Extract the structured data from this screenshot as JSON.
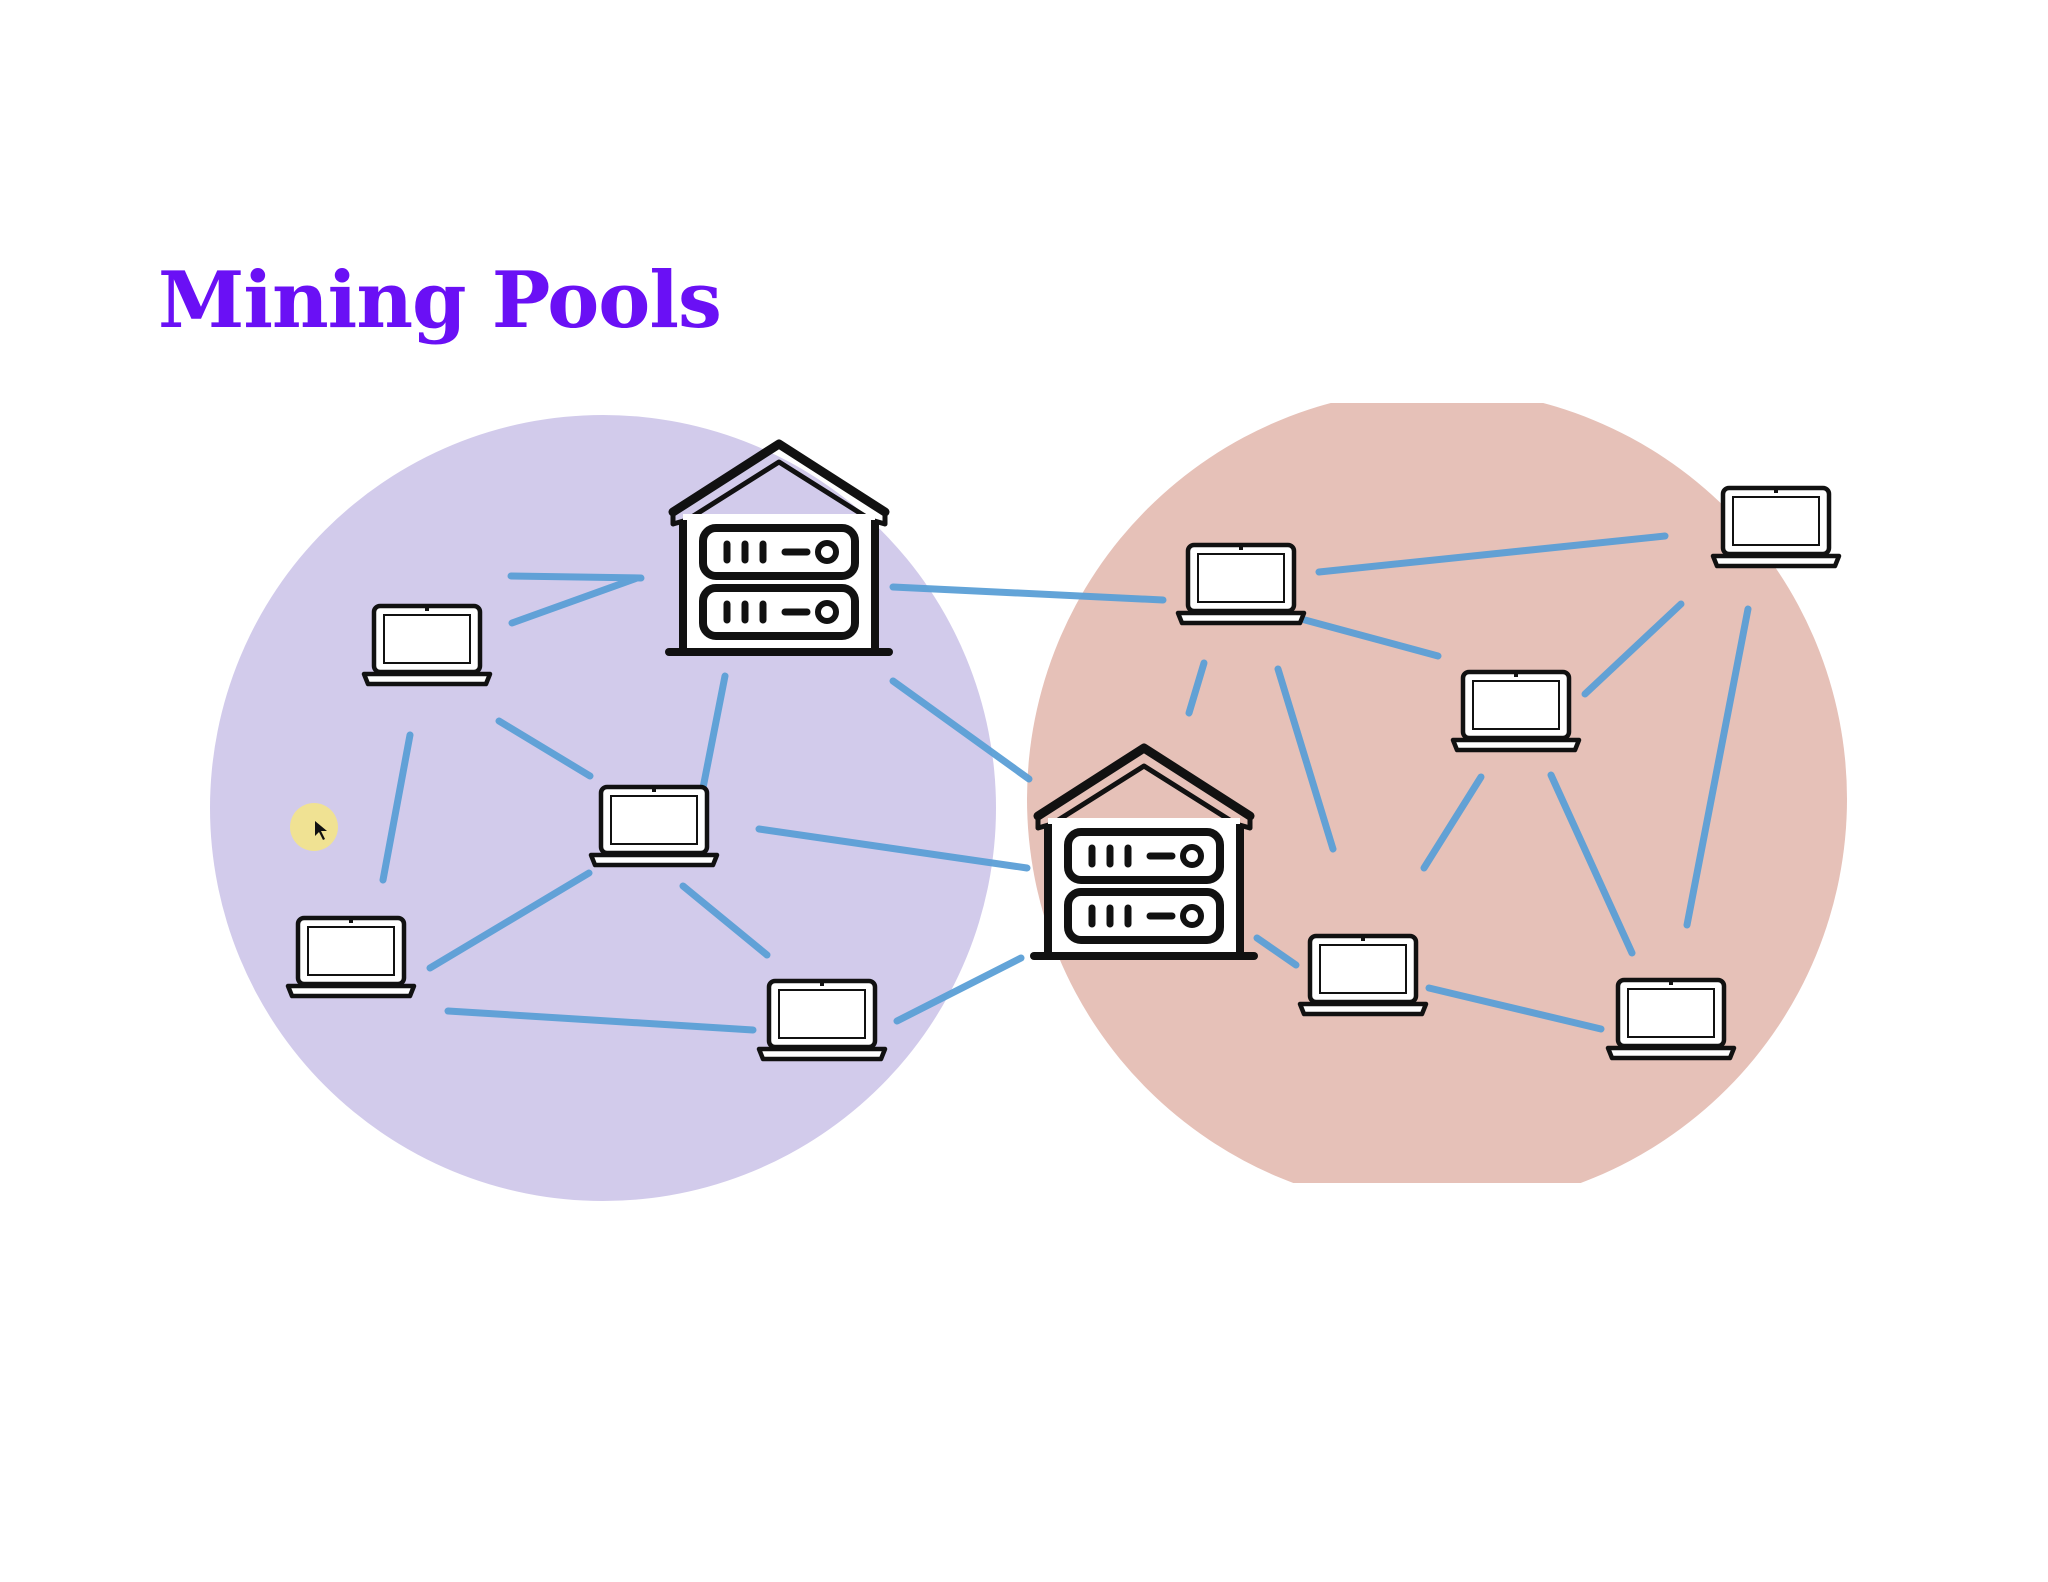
{
  "slide": {
    "title": "Mining Pools"
  },
  "colors": {
    "title": "#6a10f5",
    "pool_left": "#d2cbeb",
    "pool_right": "#e6c1b8",
    "connection": "#5b9fd6",
    "icon_stroke": "#111111",
    "cursor_highlight": "#f3e48a"
  },
  "diagram": {
    "pools": [
      {
        "name": "pool-left",
        "color_key": "pool_left"
      },
      {
        "name": "pool-right",
        "color_key": "pool_right"
      }
    ],
    "nodes": [
      {
        "id": "server-left",
        "kind": "server",
        "pool": "pool-left"
      },
      {
        "id": "server-center",
        "kind": "server",
        "pool": "pool-right"
      },
      {
        "id": "laptop-l1",
        "kind": "laptop",
        "pool": "pool-left"
      },
      {
        "id": "laptop-l2",
        "kind": "laptop",
        "pool": "pool-left"
      },
      {
        "id": "laptop-l3",
        "kind": "laptop",
        "pool": "pool-left"
      },
      {
        "id": "laptop-l4",
        "kind": "laptop",
        "pool": "pool-left"
      },
      {
        "id": "laptop-r1",
        "kind": "laptop",
        "pool": "pool-right"
      },
      {
        "id": "laptop-r2",
        "kind": "laptop",
        "pool": "pool-right"
      },
      {
        "id": "laptop-r3",
        "kind": "laptop",
        "pool": "pool-right"
      },
      {
        "id": "laptop-r4",
        "kind": "laptop",
        "pool": "pool-right"
      },
      {
        "id": "laptop-r5",
        "kind": "laptop",
        "pool": "pool-right"
      }
    ],
    "icons": [
      "server-icon",
      "laptop-icon",
      "cursor-icon"
    ]
  }
}
